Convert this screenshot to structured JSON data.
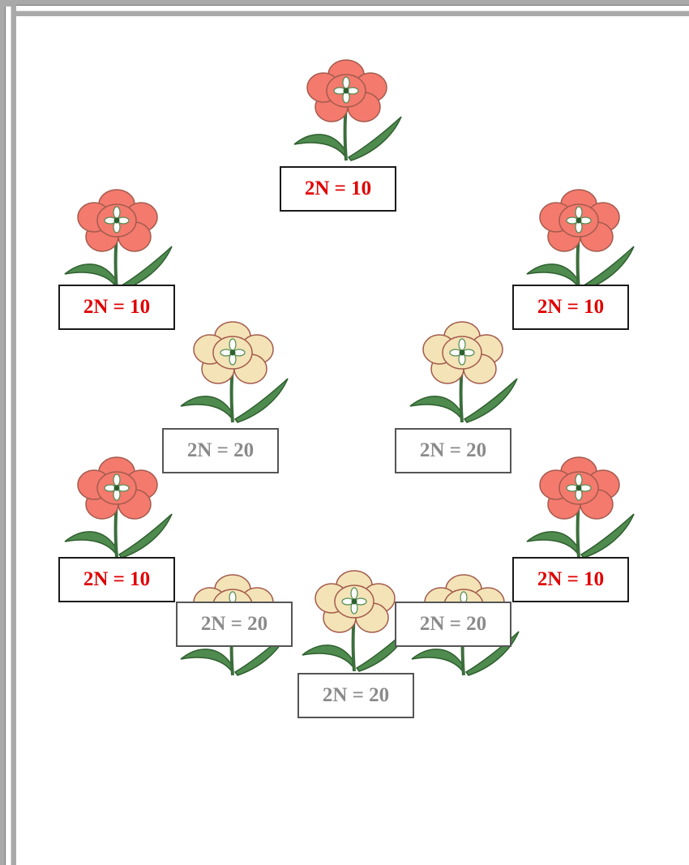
{
  "colors": {
    "red_petal": "#f47a6e",
    "cream_petal": "#f3e3b6",
    "leaf": "#4f8b4f",
    "red_label": "#e00000",
    "cream_label": "#8a8a8a"
  },
  "plants": [
    {
      "variety": "red",
      "label": "2N = 10"
    },
    {
      "variety": "red",
      "label": "2N = 10"
    },
    {
      "variety": "red",
      "label": "2N = 10"
    },
    {
      "variety": "cream",
      "label": "2N = 20"
    },
    {
      "variety": "cream",
      "label": "2N = 20"
    },
    {
      "variety": "red",
      "label": "2N = 10"
    },
    {
      "variety": "red",
      "label": "2N = 10"
    },
    {
      "variety": "cream",
      "label": "2N = 20"
    },
    {
      "variety": "cream",
      "label": "2N = 20"
    },
    {
      "variety": "cream",
      "label": "2N = 20"
    }
  ]
}
